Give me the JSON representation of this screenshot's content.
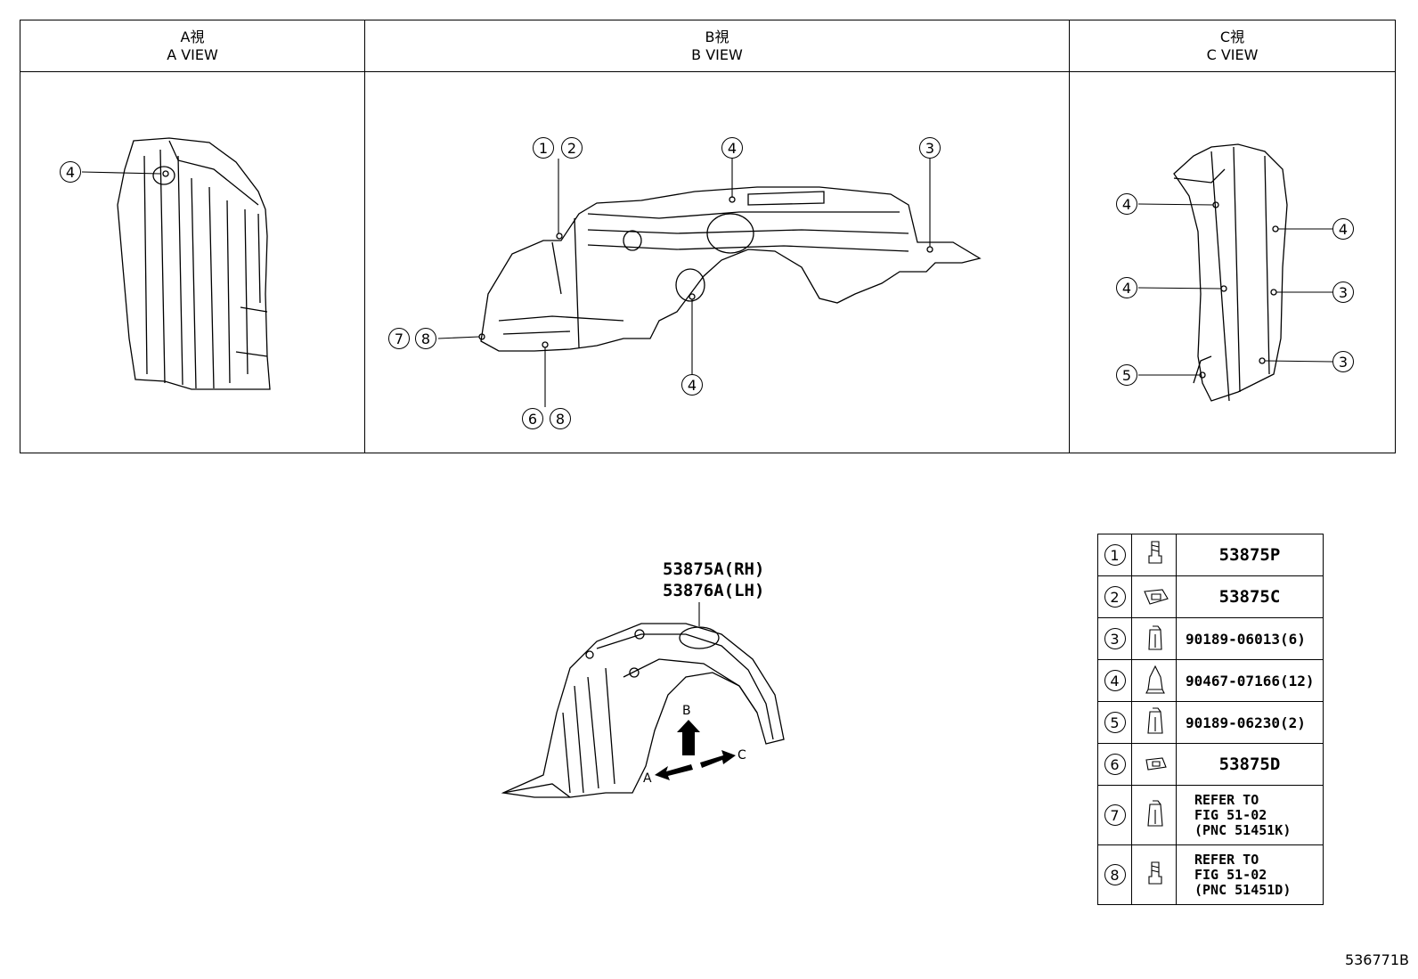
{
  "views": {
    "a": {
      "title_jp": "A視",
      "title_en": "A VIEW"
    },
    "b": {
      "title_jp": "B視",
      "title_en": "B VIEW"
    },
    "c": {
      "title_jp": "C視",
      "title_en": "C VIEW"
    }
  },
  "callouts": {
    "a_4": "4",
    "b_1": "1",
    "b_2": "2",
    "b_4_top": "4",
    "b_3": "3",
    "b_7": "7",
    "b_8a": "8",
    "b_4_bot": "4",
    "b_6": "6",
    "b_8b": "8",
    "c_4_tl": "4",
    "c_4_tr": "4",
    "c_4_ml": "4",
    "c_3_mr": "3",
    "c_5": "5",
    "c_3_br": "3"
  },
  "main_part": {
    "label_rh": "53875A(RH)",
    "label_lh": "53876A(LH)"
  },
  "direction_arrows": {
    "a": "A",
    "b": "B",
    "c": "C"
  },
  "legend": [
    {
      "num": "1",
      "icon": "bolt-screw-icon",
      "part": "53875P"
    },
    {
      "num": "2",
      "icon": "clip-nut-icon",
      "part": "53875C"
    },
    {
      "num": "3",
      "icon": "push-clip-icon",
      "part": "90189-06013(6)"
    },
    {
      "num": "4",
      "icon": "rivet-clip-icon",
      "part": "90467-07166(12)"
    },
    {
      "num": "5",
      "icon": "push-clip-icon",
      "part": "90189-06230(2)"
    },
    {
      "num": "6",
      "icon": "clip-nut-icon",
      "part": "53875D"
    },
    {
      "num": "7",
      "icon": "push-clip-icon",
      "part": "REFER TO\nFIG 51-02\n(PNC 51451K)"
    },
    {
      "num": "8",
      "icon": "bolt-screw-icon",
      "part": "REFER TO\nFIG 51-02\n(PNC 51451D)"
    }
  ],
  "figure_code": "536771B"
}
